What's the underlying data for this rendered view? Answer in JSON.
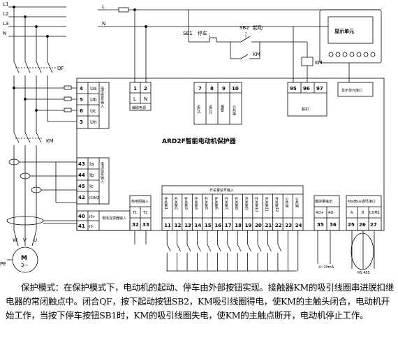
{
  "phases": [
    "L1",
    "L2",
    "L3",
    "N"
  ],
  "supply": {
    "L": "L",
    "N": "N"
  },
  "buttons": {
    "stop_id": "SB1",
    "stop_label": "停车",
    "start_id": "SB2",
    "start_label": "起动",
    "contactor": "KM"
  },
  "display": {
    "title": "显示单元",
    "port": "显示单元接口"
  },
  "breaker": "QF",
  "contactor_main": "KM",
  "device_name": "ARD2F智能电动机保护器",
  "voltage_block": {
    "terminals": [
      {
        "num": "4",
        "name": "Ua"
      },
      {
        "num": "5",
        "name": "Ub"
      },
      {
        "num": "6",
        "name": "Uc"
      },
      {
        "num": "3",
        "name": "Un"
      }
    ],
    "label": "电压信号输入"
  },
  "current_block": {
    "terminals": [
      {
        "num": "43",
        "name": "Ia"
      },
      {
        "num": "44",
        "name": "Ib"
      },
      {
        "num": "45",
        "name": "Ic"
      },
      {
        "num": "42",
        "name": "COM2"
      }
    ],
    "label": "电流信号输入"
  },
  "zero_block": {
    "terminals": [
      {
        "num": "40",
        "name": "I0+"
      },
      {
        "num": "41",
        "name": "I0-"
      }
    ],
    "label": "零序互感器输入"
  },
  "aux_power": {
    "terminals": [
      "1",
      "2"
    ],
    "names": [
      "L",
      "N"
    ],
    "label": "辅助电源"
  },
  "relay_outputs": {
    "terminals": [
      "7",
      "8",
      "9",
      "10"
    ],
    "labels": [
      "运行1",
      "运行2",
      "报警",
      "公共端"
    ]
  },
  "trip_relay": {
    "terminals": [
      "95",
      "96",
      "97"
    ],
    "label": "脱扣"
  },
  "thermistor": {
    "label": "热电阻输入",
    "names": [
      "T1",
      "T2"
    ],
    "terminals": [
      "32",
      "33"
    ]
  },
  "switch_inputs": {
    "label": "开关量信号输入",
    "names": [
      "开关量1",
      "开关量2",
      "开关量3",
      "开关量4",
      "开关量5",
      "开关量6",
      "开关量7",
      "开关量8",
      "开关量9",
      "开关量10",
      "开关量11",
      "开关量12",
      "公共端",
      "公共端"
    ],
    "terminals": [
      "11",
      "12",
      "13",
      "14",
      "15",
      "16",
      "17",
      "18",
      "19",
      "20",
      "21",
      "22",
      "23",
      "24"
    ]
  },
  "analog_out": {
    "label": "模拟量输出",
    "names": [
      "AO+",
      "AO-"
    ],
    "terminals": [
      "35",
      "36"
    ],
    "range": "4~20mA"
  },
  "modbus": {
    "label": "ModBus通讯接口",
    "names": [
      "A",
      "B",
      "COM1"
    ],
    "terminals": [
      "25",
      "26",
      "27"
    ],
    "rs": "RS 485"
  },
  "motor": {
    "label": "M",
    "phase": "3~",
    "pe": "PE",
    "phases": [
      "W",
      "V",
      "U"
    ]
  },
  "description": [
    "保护模式：在保护模式下，电动机的起动、停车由外部按钮实现。接触器KM的吸引线圈串进脱扣继电器的常闭触点中。闭合QF，按下起动按钮SB2，KM吸引线圈得电，使KM的主触头闭合，电动机开始工作，当按下停车按钮SB1时，KM的吸引线圈失电，使KM的主触点断开，电动机停止工作。"
  ]
}
